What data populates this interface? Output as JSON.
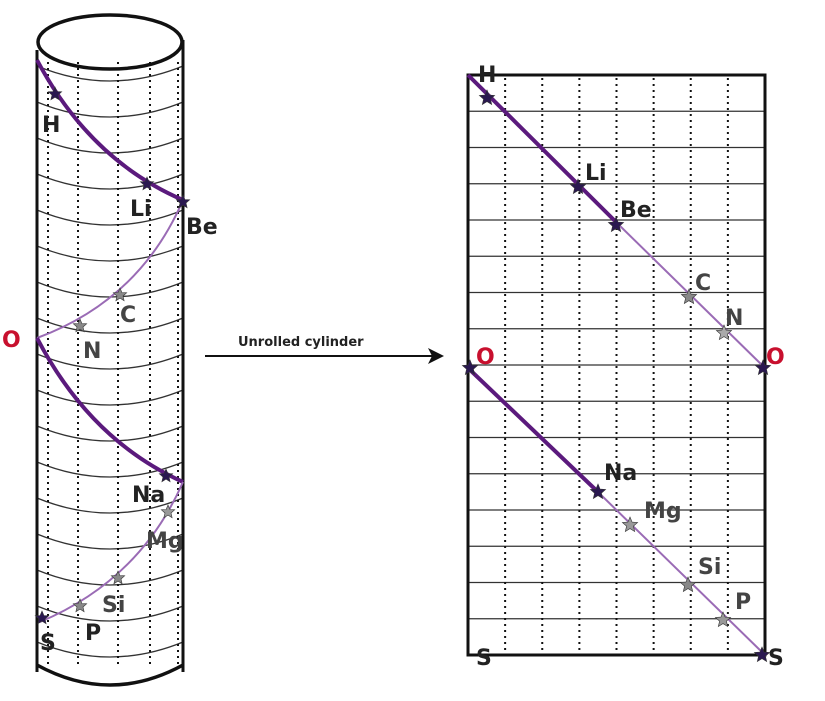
{
  "arrow_label": "Unrolled cylinder",
  "cylinder_labels": {
    "H": "H",
    "Li": "Li",
    "Be": "Be",
    "C": "C",
    "N": "N",
    "O": "O",
    "Na": "Na",
    "Mg": "Mg",
    "Si": "Si",
    "P": "P",
    "S": "S"
  },
  "rect_labels": {
    "H": "H",
    "Li": "Li",
    "Be": "Be",
    "C": "C",
    "N": "N",
    "O_left": "O",
    "O_right": "O",
    "Na": "Na",
    "Mg": "Mg",
    "Si": "Si",
    "P": "P",
    "S_left": "S",
    "S_right": "S"
  },
  "colors": {
    "helix_dark": "#5b1a7d",
    "helix_light": "#9a6bb5",
    "oxygen": "#c8102e",
    "grid": "#222222"
  }
}
